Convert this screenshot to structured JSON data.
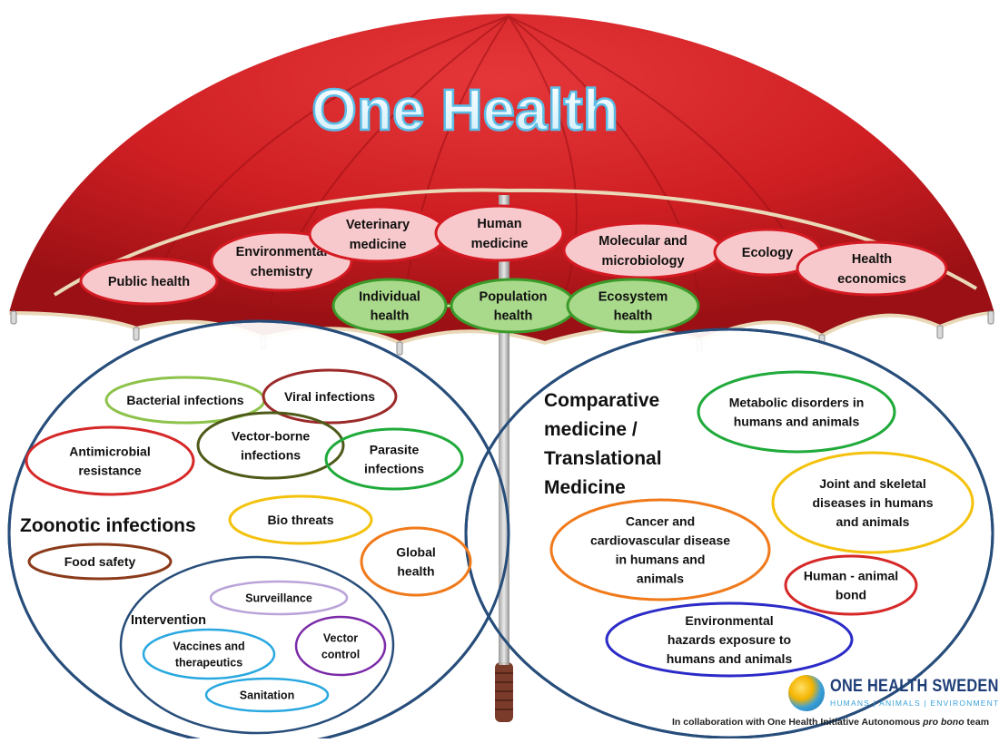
{
  "title": "One Health",
  "top_bubbles": [
    {
      "id": "public-health",
      "lines": [
        "Public health"
      ]
    },
    {
      "id": "environmental-chemistry",
      "lines": [
        "Environmental",
        "chemistry"
      ]
    },
    {
      "id": "veterinary-medicine",
      "lines": [
        "Veterinary",
        "medicine"
      ]
    },
    {
      "id": "human-medicine",
      "lines": [
        "Human",
        "medicine"
      ]
    },
    {
      "id": "molecular-microbiology",
      "lines": [
        "Molecular and",
        "microbiology"
      ]
    },
    {
      "id": "ecology",
      "lines": [
        "Ecology"
      ]
    },
    {
      "id": "health-economics",
      "lines": [
        "Health",
        "economics"
      ]
    }
  ],
  "health_levels": [
    {
      "id": "individual-health",
      "lines": [
        "Individual",
        "health"
      ]
    },
    {
      "id": "population-health",
      "lines": [
        "Population",
        "health"
      ]
    },
    {
      "id": "ecosystem-health",
      "lines": [
        "Ecosystem",
        "health"
      ]
    }
  ],
  "zoonotic": {
    "heading": "Zoonotic infections",
    "items": [
      {
        "id": "bacterial-infections",
        "lines": [
          "Bacterial  infections"
        ],
        "color": "#8dc34a"
      },
      {
        "id": "viral-infections",
        "lines": [
          "Viral infections"
        ],
        "color": "#9c2a2a"
      },
      {
        "id": "vector-borne-infections",
        "lines": [
          "Vector-borne",
          "infections"
        ],
        "color": "#4d5a18"
      },
      {
        "id": "antimicrobial-resistance",
        "lines": [
          "Antimicrobial",
          "resistance"
        ],
        "color": "#d62828"
      },
      {
        "id": "parasite-infections",
        "lines": [
          "Parasite",
          "infections"
        ],
        "color": "#1faa3a"
      },
      {
        "id": "bio-threats",
        "lines": [
          "Bio threats"
        ],
        "color": "#f4c20d"
      },
      {
        "id": "food-safety",
        "lines": [
          "Food safety"
        ],
        "color": "#8b3a1a"
      },
      {
        "id": "global-health",
        "lines": [
          "Global",
          "health"
        ],
        "color": "#f07a1a"
      }
    ],
    "intervention": {
      "heading": "Intervention",
      "items": [
        {
          "id": "surveillance",
          "lines": [
            "Surveillance"
          ],
          "color": "#b9a3d8"
        },
        {
          "id": "vaccines-therapeutics",
          "lines": [
            "Vaccines and",
            "therapeutics"
          ],
          "color": "#29a8e0"
        },
        {
          "id": "vector-control",
          "lines": [
            "Vector",
            "control"
          ],
          "color": "#7a2aa8"
        },
        {
          "id": "sanitation",
          "lines": [
            "Sanitation"
          ],
          "color": "#29a8e0"
        }
      ]
    }
  },
  "comparative": {
    "heading": [
      "Comparative",
      "medicine /",
      "Translational",
      "Medicine"
    ],
    "items": [
      {
        "id": "metabolic-disorders",
        "lines": [
          "Metabolic disorders in",
          "humans and animals"
        ],
        "color": "#1faa3a"
      },
      {
        "id": "joint-skeletal",
        "lines": [
          "Joint and skeletal",
          "diseases in humans",
          "and animals"
        ],
        "color": "#f4c20d"
      },
      {
        "id": "cancer-cardiovascular",
        "lines": [
          "Cancer and",
          "cardiovascular disease",
          "in humans and",
          "animals"
        ],
        "color": "#f07a1a"
      },
      {
        "id": "human-animal-bond",
        "lines": [
          "Human - animal",
          "bond"
        ],
        "color": "#d62828"
      },
      {
        "id": "environmental-hazards",
        "lines": [
          "Environmental",
          "hazards exposure to",
          "humans and animals"
        ],
        "color": "#2b2bc8"
      }
    ]
  },
  "footer": {
    "logo_title": "ONE HEALTH SWEDEN",
    "logo_subtitle": "HUMANS | ANIMALS | ENVIRONMENT",
    "collab_prefix": "In collaboration with One Health Initiative Autonomous ",
    "collab_emph": "pro bono",
    "collab_suffix": " team"
  },
  "colors": {
    "canopy": "#cf1f23",
    "canopy_dark": "#8e0f12",
    "pink_bubble": "#f8c9cc",
    "pink_border": "#d41a22",
    "green_bubble": "#a9d98a",
    "green_border": "#3a9a2a",
    "circle_stroke": "#274d7a",
    "title_fill": "#ffffff",
    "title_stroke": "#8fd6f2"
  }
}
